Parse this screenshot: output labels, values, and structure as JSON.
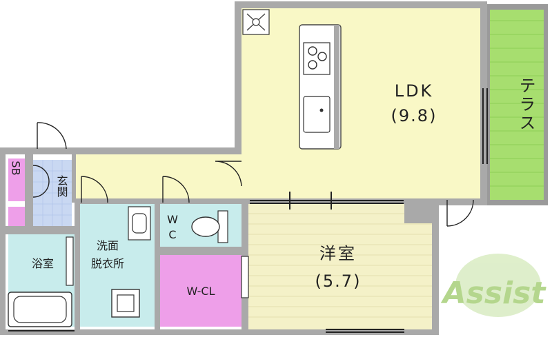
{
  "rooms": {
    "ldk": {
      "name": "LDK",
      "size": "(9.8)",
      "color": "#f9f8c6"
    },
    "terrace": {
      "name": "テラス",
      "color": "#a7de6f"
    },
    "western_room": {
      "name": "洋室",
      "size": "(5.7)",
      "color": "#f4f1c8"
    },
    "entrance": {
      "name": "玄関",
      "color": "#c9d8f2"
    },
    "shoe_box": {
      "name": "SB",
      "color": "#ee9fe9"
    },
    "bathroom": {
      "name": "浴室",
      "color": "#c8ecec"
    },
    "washroom": {
      "name": "洗面脱衣所",
      "line1": "洗面",
      "line2": "脱衣所",
      "color": "#c8ecec"
    },
    "toilet": {
      "name": "WC",
      "line1": "W",
      "line2": "C",
      "color": "#c8ecec"
    },
    "walk_in_closet": {
      "name": "W-CL",
      "color": "#ee9fe9"
    },
    "hallway": {
      "color": "#f9f8c6"
    }
  },
  "logo": {
    "text": "Assist",
    "color": "#a8d07a"
  },
  "colors": {
    "wall": "#a9a9a9",
    "line": "#222222"
  }
}
